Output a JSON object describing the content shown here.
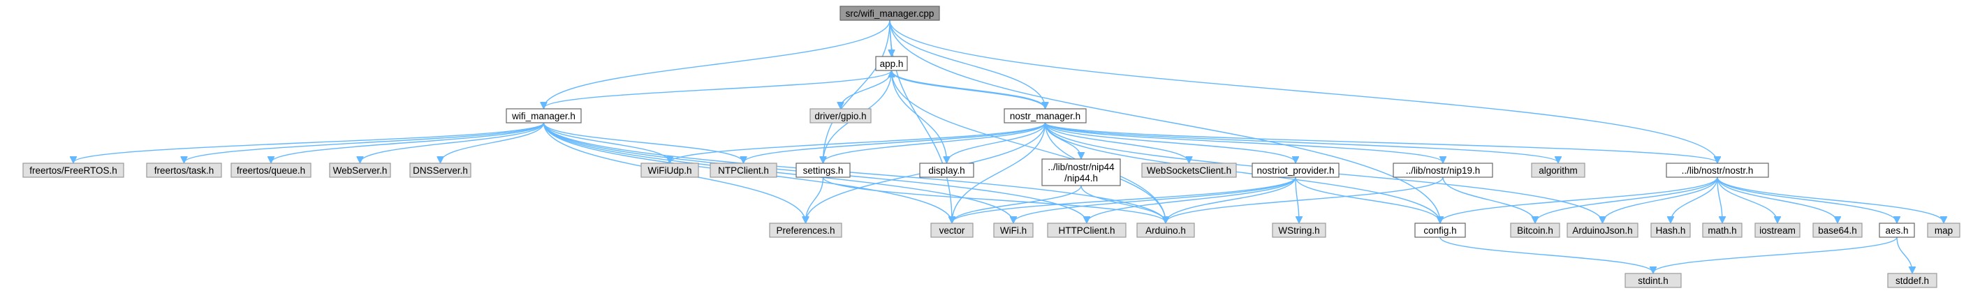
{
  "diagram": {
    "nodes": [
      {
        "id": "wifi_manager_cpp",
        "kind": "root",
        "lines": [
          "src/wifi_manager.cpp"
        ]
      },
      {
        "id": "app_h",
        "kind": "local",
        "lines": [
          "app.h"
        ]
      },
      {
        "id": "wifi_manager_h",
        "kind": "local",
        "lines": [
          "wifi_manager.h"
        ]
      },
      {
        "id": "driver_gpio_h",
        "kind": "system",
        "lines": [
          "driver/gpio.h"
        ]
      },
      {
        "id": "nostr_manager_h",
        "kind": "local",
        "lines": [
          "nostr_manager.h"
        ]
      },
      {
        "id": "freertos_h",
        "kind": "system",
        "lines": [
          "freertos/FreeRTOS.h"
        ]
      },
      {
        "id": "task_h",
        "kind": "system",
        "lines": [
          "freertos/task.h"
        ]
      },
      {
        "id": "queue_h",
        "kind": "system",
        "lines": [
          "freertos/queue.h"
        ]
      },
      {
        "id": "webserver_h",
        "kind": "system",
        "lines": [
          "WebServer.h"
        ]
      },
      {
        "id": "dnsserver_h",
        "kind": "system",
        "lines": [
          "DNSServer.h"
        ]
      },
      {
        "id": "wifiudp_h",
        "kind": "system",
        "lines": [
          "WiFiUdp.h"
        ]
      },
      {
        "id": "ntpclient_h",
        "kind": "system",
        "lines": [
          "NTPClient.h"
        ]
      },
      {
        "id": "settings_h",
        "kind": "local",
        "lines": [
          "settings.h"
        ]
      },
      {
        "id": "display_h",
        "kind": "local",
        "lines": [
          "display.h"
        ]
      },
      {
        "id": "nip44_h",
        "kind": "local",
        "lines": [
          "../lib/nostr/nip44",
          "/nip44.h"
        ]
      },
      {
        "id": "websocketsclient_h",
        "kind": "system",
        "lines": [
          "WebSocketsClient.h"
        ]
      },
      {
        "id": "nostriot_provider_h",
        "kind": "local",
        "lines": [
          "nostriot_provider.h"
        ]
      },
      {
        "id": "nip19_h",
        "kind": "local",
        "lines": [
          "../lib/nostr/nip19.h"
        ]
      },
      {
        "id": "algorithm_h",
        "kind": "system",
        "lines": [
          "algorithm"
        ]
      },
      {
        "id": "nostr_h",
        "kind": "local",
        "lines": [
          "../lib/nostr/nostr.h"
        ]
      },
      {
        "id": "preferences_h",
        "kind": "system",
        "lines": [
          "Preferences.h"
        ]
      },
      {
        "id": "vector_h",
        "kind": "system",
        "lines": [
          "vector"
        ]
      },
      {
        "id": "wifi_h",
        "kind": "system",
        "lines": [
          "WiFi.h"
        ]
      },
      {
        "id": "httpclient_h",
        "kind": "system",
        "lines": [
          "HTTPClient.h"
        ]
      },
      {
        "id": "arduino_h",
        "kind": "system",
        "lines": [
          "Arduino.h"
        ]
      },
      {
        "id": "wstring_h",
        "kind": "system",
        "lines": [
          "WString.h"
        ]
      },
      {
        "id": "config_h",
        "kind": "local",
        "lines": [
          "config.h"
        ]
      },
      {
        "id": "bitcoin_h",
        "kind": "system",
        "lines": [
          "Bitcoin.h"
        ]
      },
      {
        "id": "arduinojson_h",
        "kind": "system",
        "lines": [
          "ArduinoJson.h"
        ]
      },
      {
        "id": "hash_h",
        "kind": "system",
        "lines": [
          "Hash.h"
        ]
      },
      {
        "id": "math_h",
        "kind": "system",
        "lines": [
          "math.h"
        ]
      },
      {
        "id": "iostream_h",
        "kind": "system",
        "lines": [
          "iostream"
        ]
      },
      {
        "id": "base64_h",
        "kind": "system",
        "lines": [
          "base64.h"
        ]
      },
      {
        "id": "aes_h",
        "kind": "local",
        "lines": [
          "aes.h"
        ]
      },
      {
        "id": "map_h",
        "kind": "system",
        "lines": [
          "map"
        ]
      },
      {
        "id": "stdint_h",
        "kind": "system",
        "lines": [
          "stdint.h"
        ]
      },
      {
        "id": "stddef_h",
        "kind": "system",
        "lines": [
          "stddef.h"
        ]
      }
    ],
    "edges": [
      [
        "wifi_manager_cpp",
        "app_h"
      ],
      [
        "wifi_manager_cpp",
        "wifi_manager_h"
      ],
      [
        "wifi_manager_cpp",
        "settings_h"
      ],
      [
        "wifi_manager_cpp",
        "nostr_manager_h"
      ],
      [
        "wifi_manager_cpp",
        "nostr_h"
      ],
      [
        "wifi_manager_cpp",
        "config_h"
      ],
      [
        "wifi_manager_cpp",
        "vector_h"
      ],
      [
        "app_h",
        "wifi_manager_h"
      ],
      [
        "app_h",
        "driver_gpio_h"
      ],
      [
        "app_h",
        "nostr_manager_h"
      ],
      [
        "app_h",
        "settings_h"
      ],
      [
        "app_h",
        "display_h"
      ],
      [
        "app_h",
        "arduino_h"
      ],
      [
        "nostr_manager_h",
        "app_h"
      ],
      [
        "wifi_manager_h",
        "freertos_h"
      ],
      [
        "wifi_manager_h",
        "task_h"
      ],
      [
        "wifi_manager_h",
        "queue_h"
      ],
      [
        "wifi_manager_h",
        "webserver_h"
      ],
      [
        "wifi_manager_h",
        "dnsserver_h"
      ],
      [
        "wifi_manager_h",
        "wifiudp_h"
      ],
      [
        "wifi_manager_h",
        "ntpclient_h"
      ],
      [
        "wifi_manager_h",
        "preferences_h"
      ],
      [
        "wifi_manager_h",
        "vector_h"
      ],
      [
        "wifi_manager_h",
        "wifi_h"
      ],
      [
        "wifi_manager_h",
        "httpclient_h"
      ],
      [
        "wifi_manager_h",
        "arduino_h"
      ],
      [
        "nostr_manager_h",
        "wifiudp_h"
      ],
      [
        "nostr_manager_h",
        "ntpclient_h"
      ],
      [
        "nostr_manager_h",
        "settings_h"
      ],
      [
        "nostr_manager_h",
        "display_h"
      ],
      [
        "nostr_manager_h",
        "nip44_h"
      ],
      [
        "nostr_manager_h",
        "websocketsclient_h"
      ],
      [
        "nostr_manager_h",
        "nostriot_provider_h"
      ],
      [
        "nostr_manager_h",
        "nip19_h"
      ],
      [
        "nostr_manager_h",
        "algorithm_h"
      ],
      [
        "nostr_manager_h",
        "nostr_h"
      ],
      [
        "nostr_manager_h",
        "config_h"
      ],
      [
        "nostr_manager_h",
        "preferences_h"
      ],
      [
        "nostr_manager_h",
        "vector_h"
      ],
      [
        "nostr_manager_h",
        "arduino_h"
      ],
      [
        "nostr_manager_h",
        "arduinojson_h"
      ],
      [
        "settings_h",
        "preferences_h"
      ],
      [
        "settings_h",
        "arduino_h"
      ],
      [
        "nip44_h",
        "vector_h"
      ],
      [
        "nip44_h",
        "arduino_h"
      ],
      [
        "nostriot_provider_h",
        "wstring_h"
      ],
      [
        "nostriot_provider_h",
        "config_h"
      ],
      [
        "nostriot_provider_h",
        "arduino_h"
      ],
      [
        "nostriot_provider_h",
        "httpclient_h"
      ],
      [
        "nostriot_provider_h",
        "wifi_h"
      ],
      [
        "nostriot_provider_h",
        "vector_h"
      ],
      [
        "nip19_h",
        "bitcoin_h"
      ],
      [
        "nip19_h",
        "arduino_h"
      ],
      [
        "nostr_h",
        "config_h"
      ],
      [
        "nostr_h",
        "bitcoin_h"
      ],
      [
        "nostr_h",
        "arduinojson_h"
      ],
      [
        "nostr_h",
        "hash_h"
      ],
      [
        "nostr_h",
        "math_h"
      ],
      [
        "nostr_h",
        "iostream_h"
      ],
      [
        "nostr_h",
        "base64_h"
      ],
      [
        "nostr_h",
        "aes_h"
      ],
      [
        "nostr_h",
        "map_h"
      ],
      [
        "config_h",
        "stdint_h"
      ],
      [
        "aes_h",
        "stdint_h"
      ],
      [
        "aes_h",
        "stddef_h"
      ]
    ]
  },
  "colors": {
    "edge": "#63b8ff",
    "root_fill": "#999999",
    "local_fill": "#ffffff",
    "system_fill": "#e0e0e0",
    "border": "#666666"
  }
}
